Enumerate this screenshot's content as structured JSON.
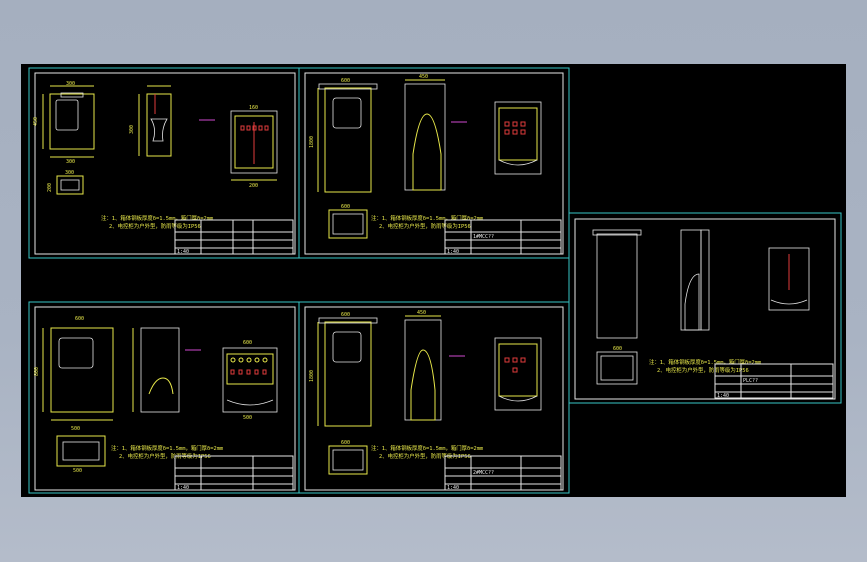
{
  "drawing": {
    "background": "#000000",
    "frame_color": "#39c6c6",
    "line_yellow": "#e8e84a",
    "line_white": "#e6e6e6",
    "accent_red": "#e03c3c",
    "accent_magenta": "#d04ad0"
  },
  "sheets": [
    {
      "dims": {
        "w_top": "300",
        "h_left": "450",
        "w_front": "300",
        "w_base": "300",
        "h_base": "200",
        "h_side": "300",
        "w_plate": "160",
        "w_plate_bot": "200"
      },
      "note_1": "注：1、箱体钢板厚度δ=1.5mm，箱门厚δ=2mm",
      "note_2": "2、电控柜为户外型，防雨等级为IP56",
      "tb_code": "",
      "tb_scale": "1:40"
    },
    {
      "dims": {
        "w_top": "600",
        "h_left": "1800",
        "w_base": "600",
        "w_side": "450"
      },
      "note_1": "注：1、箱体钢板厚度δ=1.5mm，箱门厚δ=2mm",
      "note_2": "2、电控柜为户外型，防雨等级为IP56",
      "tb_code": "1#MCC??",
      "tb_scale": "1:40"
    },
    {
      "dims": {
        "w_top": "600",
        "h_left": "800",
        "w_base": "500",
        "h_base": "500",
        "w_plate": "600",
        "w_plate_bot": "500"
      },
      "note_1": "注：1、箱体钢板厚度δ=1.5mm，箱门厚δ=2mm",
      "note_2": "2、电控柜为户外型，防雨等级为IP56",
      "tb_code": "",
      "tb_scale": "1:40"
    },
    {
      "dims": {
        "w_top": "600",
        "h_left": "1800",
        "w_base": "600",
        "w_side": "450"
      },
      "note_1": "注：1、箱体钢板厚度δ=1.5mm，箱门厚δ=2mm",
      "note_2": "2、电控柜为户外型，防雨等级为IP56",
      "tb_code": "2#MCC??",
      "tb_scale": "1:40"
    },
    {
      "dims": {
        "w_base": "600"
      },
      "note_1": "注：1、箱体钢板厚度δ=1.5mm，箱门厚δ=2mm",
      "note_2": "2、电控柜为户外型，防雨等级为IP56",
      "tb_code": "PLC??",
      "tb_scale": "1:40"
    }
  ]
}
